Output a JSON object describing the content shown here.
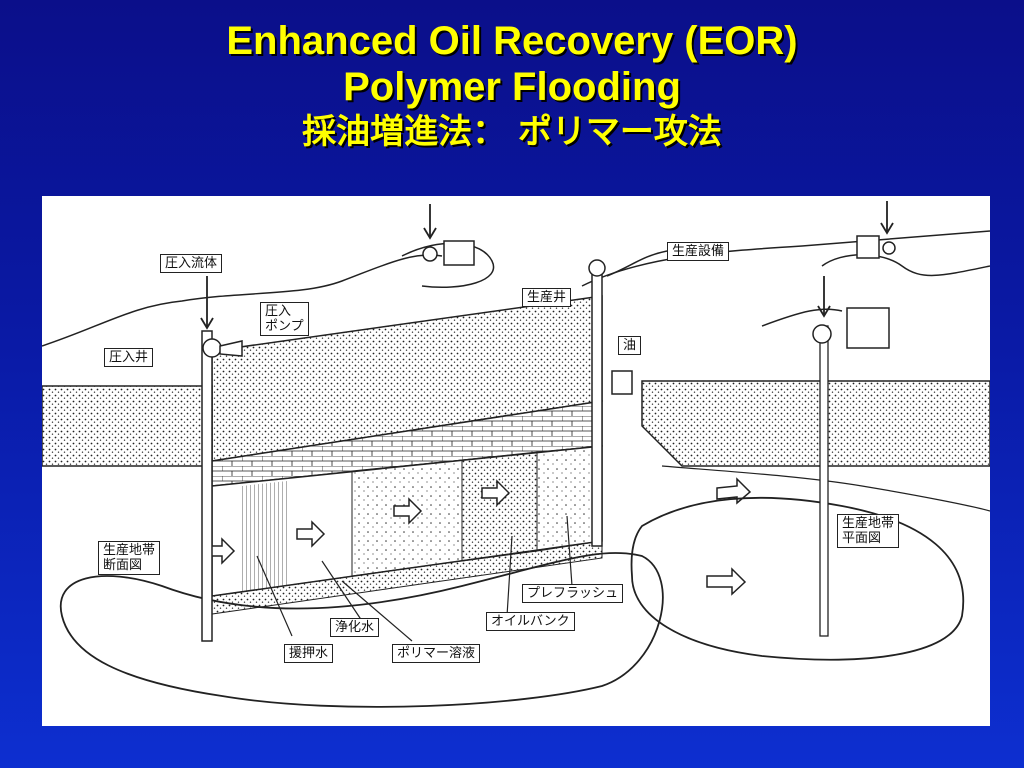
{
  "slide": {
    "title_line1": "Enhanced Oil Recovery (EOR)",
    "title_line2": "Polymer Flooding",
    "title_line3": "採油増進法： ポリマー攻法"
  },
  "diagram": {
    "labels": {
      "injection_fluid": "圧入流体",
      "injection_pump": "圧入\nポンプ",
      "injection_well": "圧入井",
      "production_facility": "生産設備",
      "production_well": "生産井",
      "oil": "油",
      "layer_section": "生産地帯\n断面図",
      "layer_plan": "生産地帯\n平面図",
      "preflush": "プレフラッシュ",
      "purified_water": "浄化水",
      "oil_bank": "オイルバンク",
      "drive_water": "援押水",
      "polymer_solution": "ポリマー溶液"
    }
  }
}
